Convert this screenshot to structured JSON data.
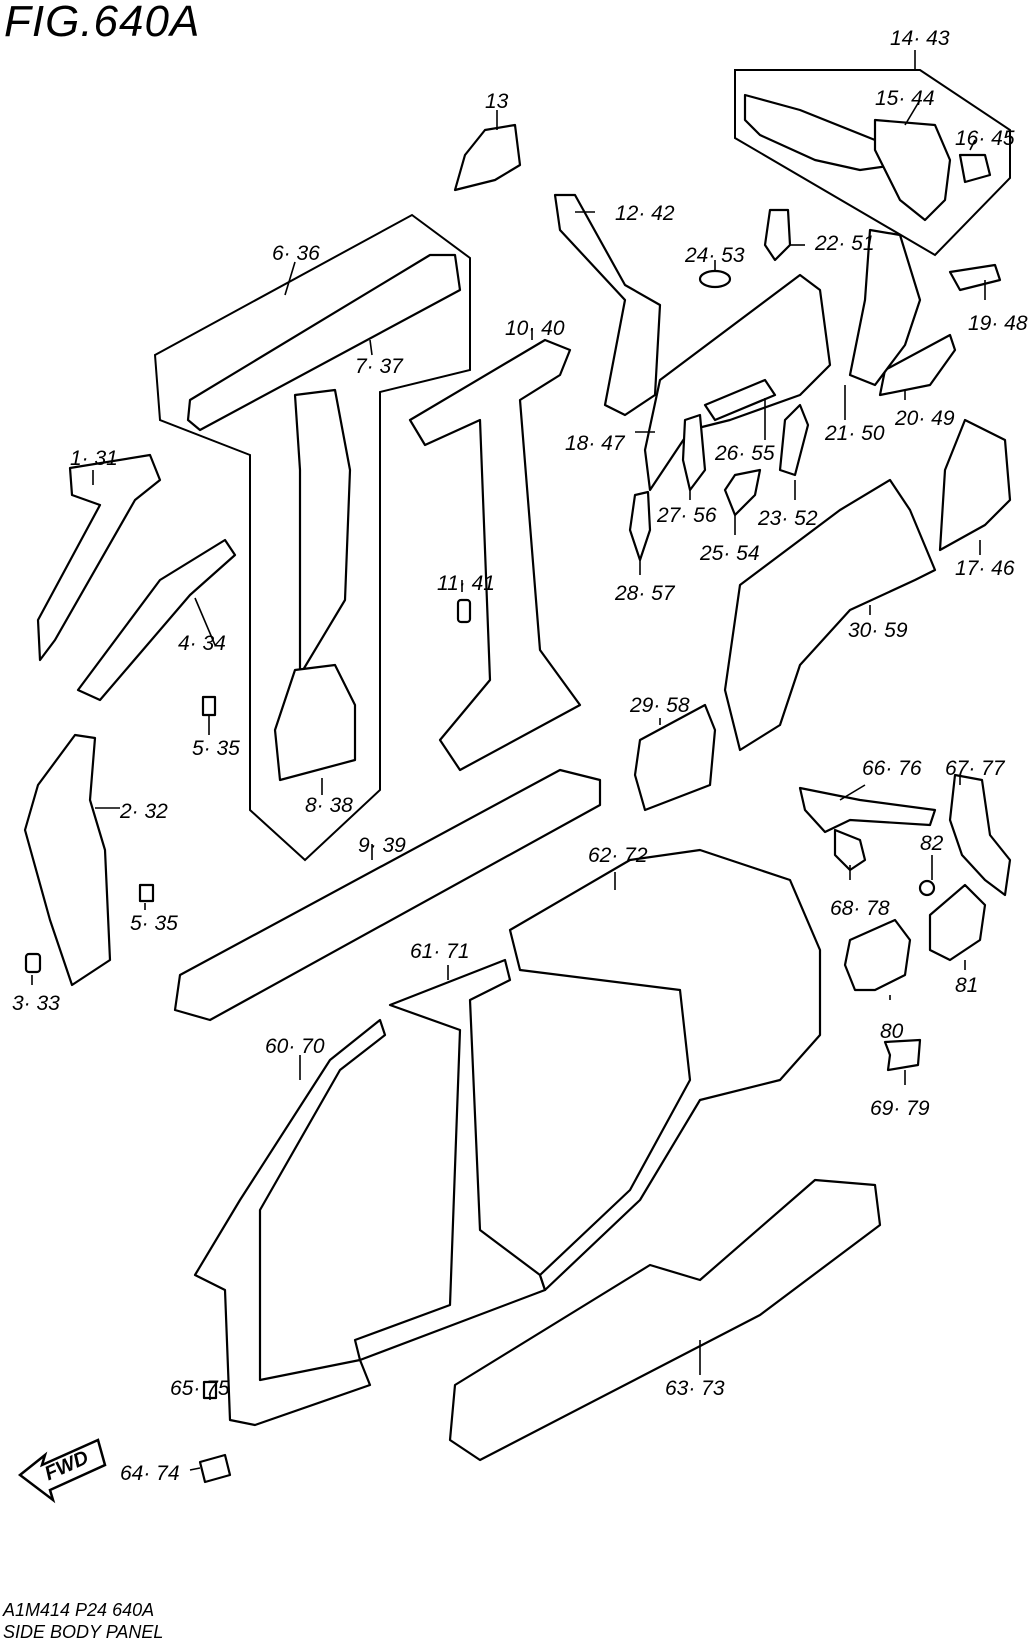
{
  "figure": {
    "title": "FIG.640A",
    "code": "A1M414 P24 640A",
    "caption": "SIDE BODY PANEL",
    "direction_marker": "FWD"
  },
  "callouts": [
    {
      "id": "c1",
      "text": "1· 31"
    },
    {
      "id": "c2",
      "text": "2· 32"
    },
    {
      "id": "c3",
      "text": "3· 33"
    },
    {
      "id": "c4",
      "text": "4· 34"
    },
    {
      "id": "c5a",
      "text": "5· 35"
    },
    {
      "id": "c5b",
      "text": "5· 35"
    },
    {
      "id": "c6",
      "text": "6· 36"
    },
    {
      "id": "c7",
      "text": "7· 37"
    },
    {
      "id": "c8",
      "text": "8· 38"
    },
    {
      "id": "c9",
      "text": "9· 39"
    },
    {
      "id": "c10",
      "text": "10· 40"
    },
    {
      "id": "c11",
      "text": "11· 41"
    },
    {
      "id": "c12",
      "text": "12· 42"
    },
    {
      "id": "c13",
      "text": "13"
    },
    {
      "id": "c14",
      "text": "14· 43"
    },
    {
      "id": "c15",
      "text": "15· 44"
    },
    {
      "id": "c16",
      "text": "16· 45"
    },
    {
      "id": "c17",
      "text": "17· 46"
    },
    {
      "id": "c18",
      "text": "18· 47"
    },
    {
      "id": "c19",
      "text": "19· 48"
    },
    {
      "id": "c20",
      "text": "20· 49"
    },
    {
      "id": "c21",
      "text": "21· 50"
    },
    {
      "id": "c22",
      "text": "22· 51"
    },
    {
      "id": "c23",
      "text": "23· 52"
    },
    {
      "id": "c24",
      "text": "24· 53"
    },
    {
      "id": "c25",
      "text": "25· 54"
    },
    {
      "id": "c26",
      "text": "26· 55"
    },
    {
      "id": "c27",
      "text": "27· 56"
    },
    {
      "id": "c28",
      "text": "28· 57"
    },
    {
      "id": "c29",
      "text": "29· 58"
    },
    {
      "id": "c30",
      "text": "30· 59"
    },
    {
      "id": "c60",
      "text": "60· 70"
    },
    {
      "id": "c61",
      "text": "61· 71"
    },
    {
      "id": "c62",
      "text": "62· 72"
    },
    {
      "id": "c63",
      "text": "63· 73"
    },
    {
      "id": "c64",
      "text": "64· 74"
    },
    {
      "id": "c65",
      "text": "65· 75"
    },
    {
      "id": "c66",
      "text": "66· 76"
    },
    {
      "id": "c67",
      "text": "67· 77"
    },
    {
      "id": "c68",
      "text": "68· 78"
    },
    {
      "id": "c69",
      "text": "69· 79"
    },
    {
      "id": "c80",
      "text": "80"
    },
    {
      "id": "c81",
      "text": "81"
    },
    {
      "id": "c82",
      "text": "82"
    }
  ]
}
